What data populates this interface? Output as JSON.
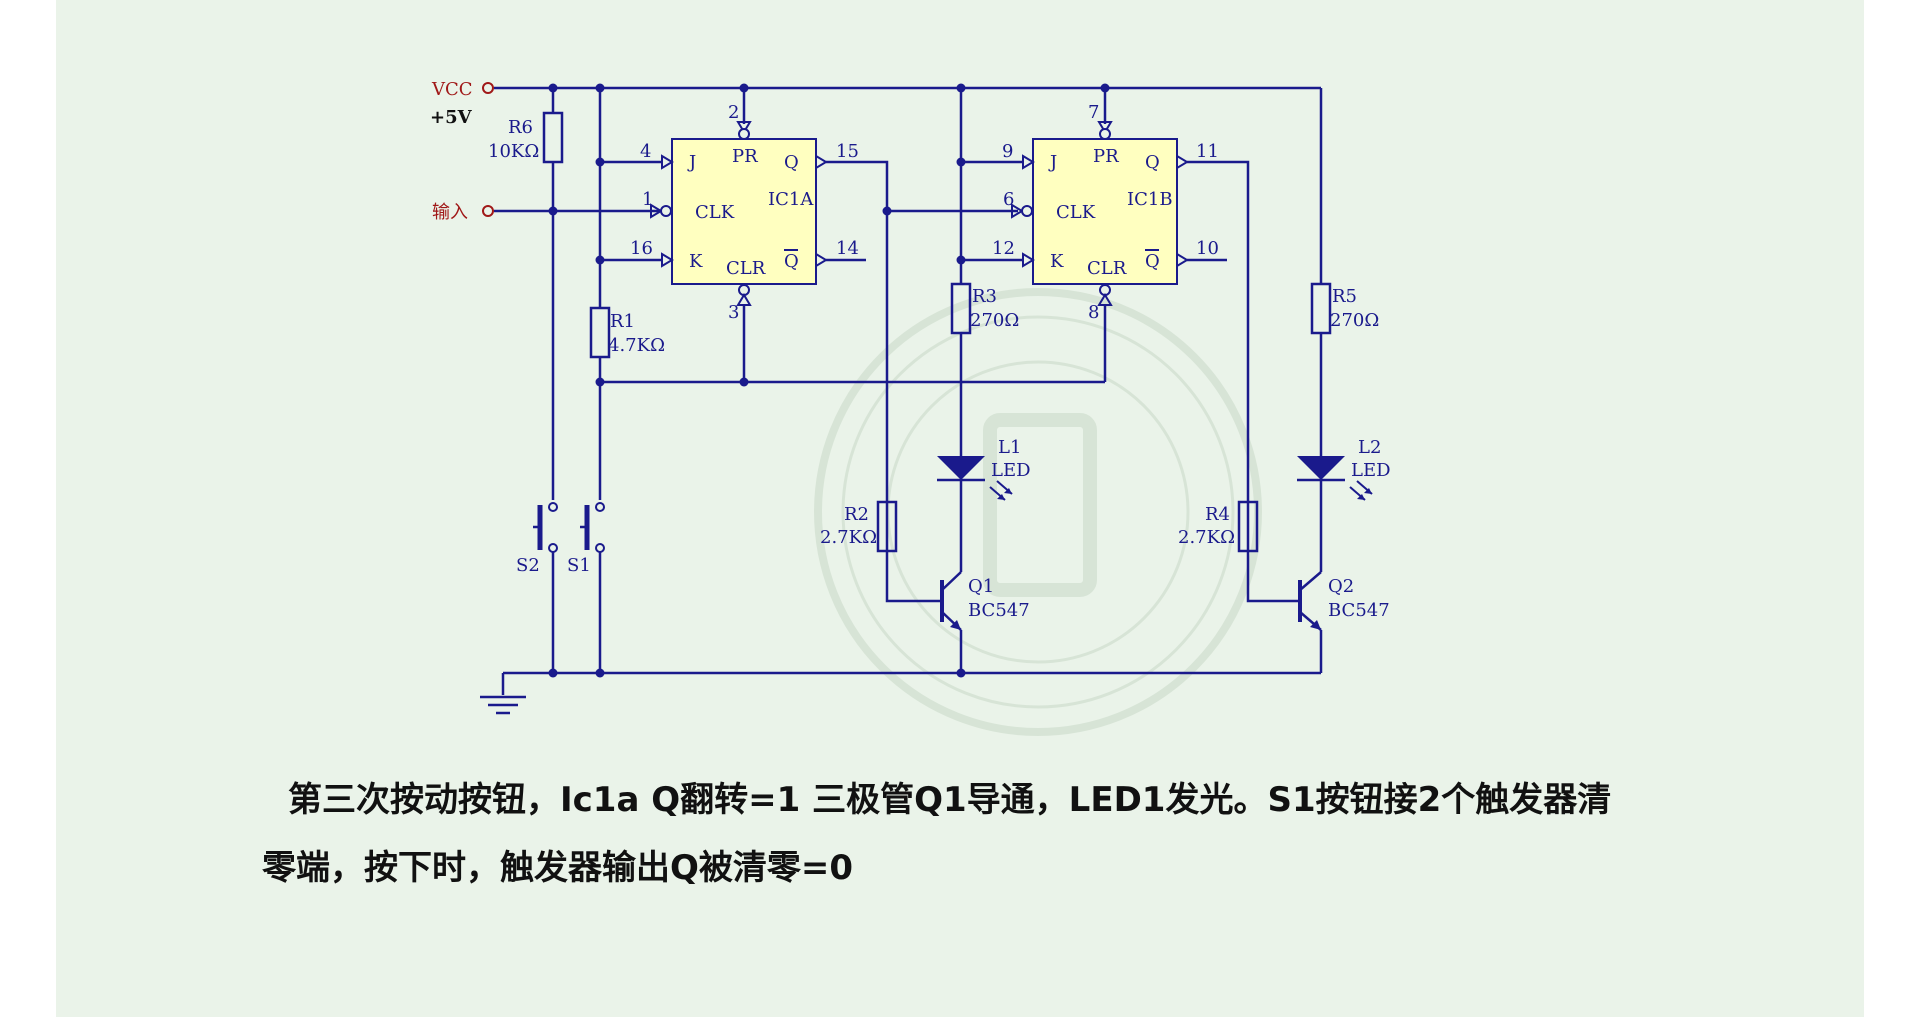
{
  "circuit": {
    "vcc": "VCC",
    "vcc_value": "+5V",
    "input": "输入",
    "r6": {
      "name": "R6",
      "value": "10KΩ"
    },
    "r1": {
      "name": "R1",
      "value": "4.7KΩ"
    },
    "r2": {
      "name": "R2",
      "value": "2.7KΩ"
    },
    "r3": {
      "name": "R3",
      "value": "270Ω"
    },
    "r4": {
      "name": "R4",
      "value": "2.7KΩ"
    },
    "r5": {
      "name": "R5",
      "value": "270Ω"
    },
    "l1": {
      "name": "L1",
      "type": "LED"
    },
    "l2": {
      "name": "L2",
      "type": "LED"
    },
    "q1": {
      "name": "Q1",
      "type": "BC547"
    },
    "q2": {
      "name": "Q2",
      "type": "BC547"
    },
    "s1": "S1",
    "s2": "S2",
    "ic1a": {
      "name": "IC1A",
      "pin_j": "4",
      "pin_clk": "1",
      "pin_k": "16",
      "pin_pr": "2",
      "pin_clr": "3",
      "pin_q": "15",
      "pin_qbar": "14"
    },
    "ic1b": {
      "name": "IC1B",
      "pin_j": "9",
      "pin_clk": "6",
      "pin_k": "12",
      "pin_pr": "7",
      "pin_clr": "8",
      "pin_q": "11",
      "pin_qbar": "10"
    },
    "labels": {
      "j": "J",
      "k": "K",
      "clk": "CLK",
      "pr": "PR",
      "clr": "CLR",
      "q": "Q"
    }
  },
  "caption": {
    "line1": "第三次按动按钮，Ic1a Q翻转=1 三极管Q1导通，LED1发光。S1按钮接2个触发器清",
    "line2": "零端，按下时，触发器输出Q被清零=0"
  },
  "colors": {
    "wire": "#1a1a8c",
    "ic_fill": "#ffffc0",
    "background": "#eaf3e9",
    "source_label": "#a01818"
  }
}
